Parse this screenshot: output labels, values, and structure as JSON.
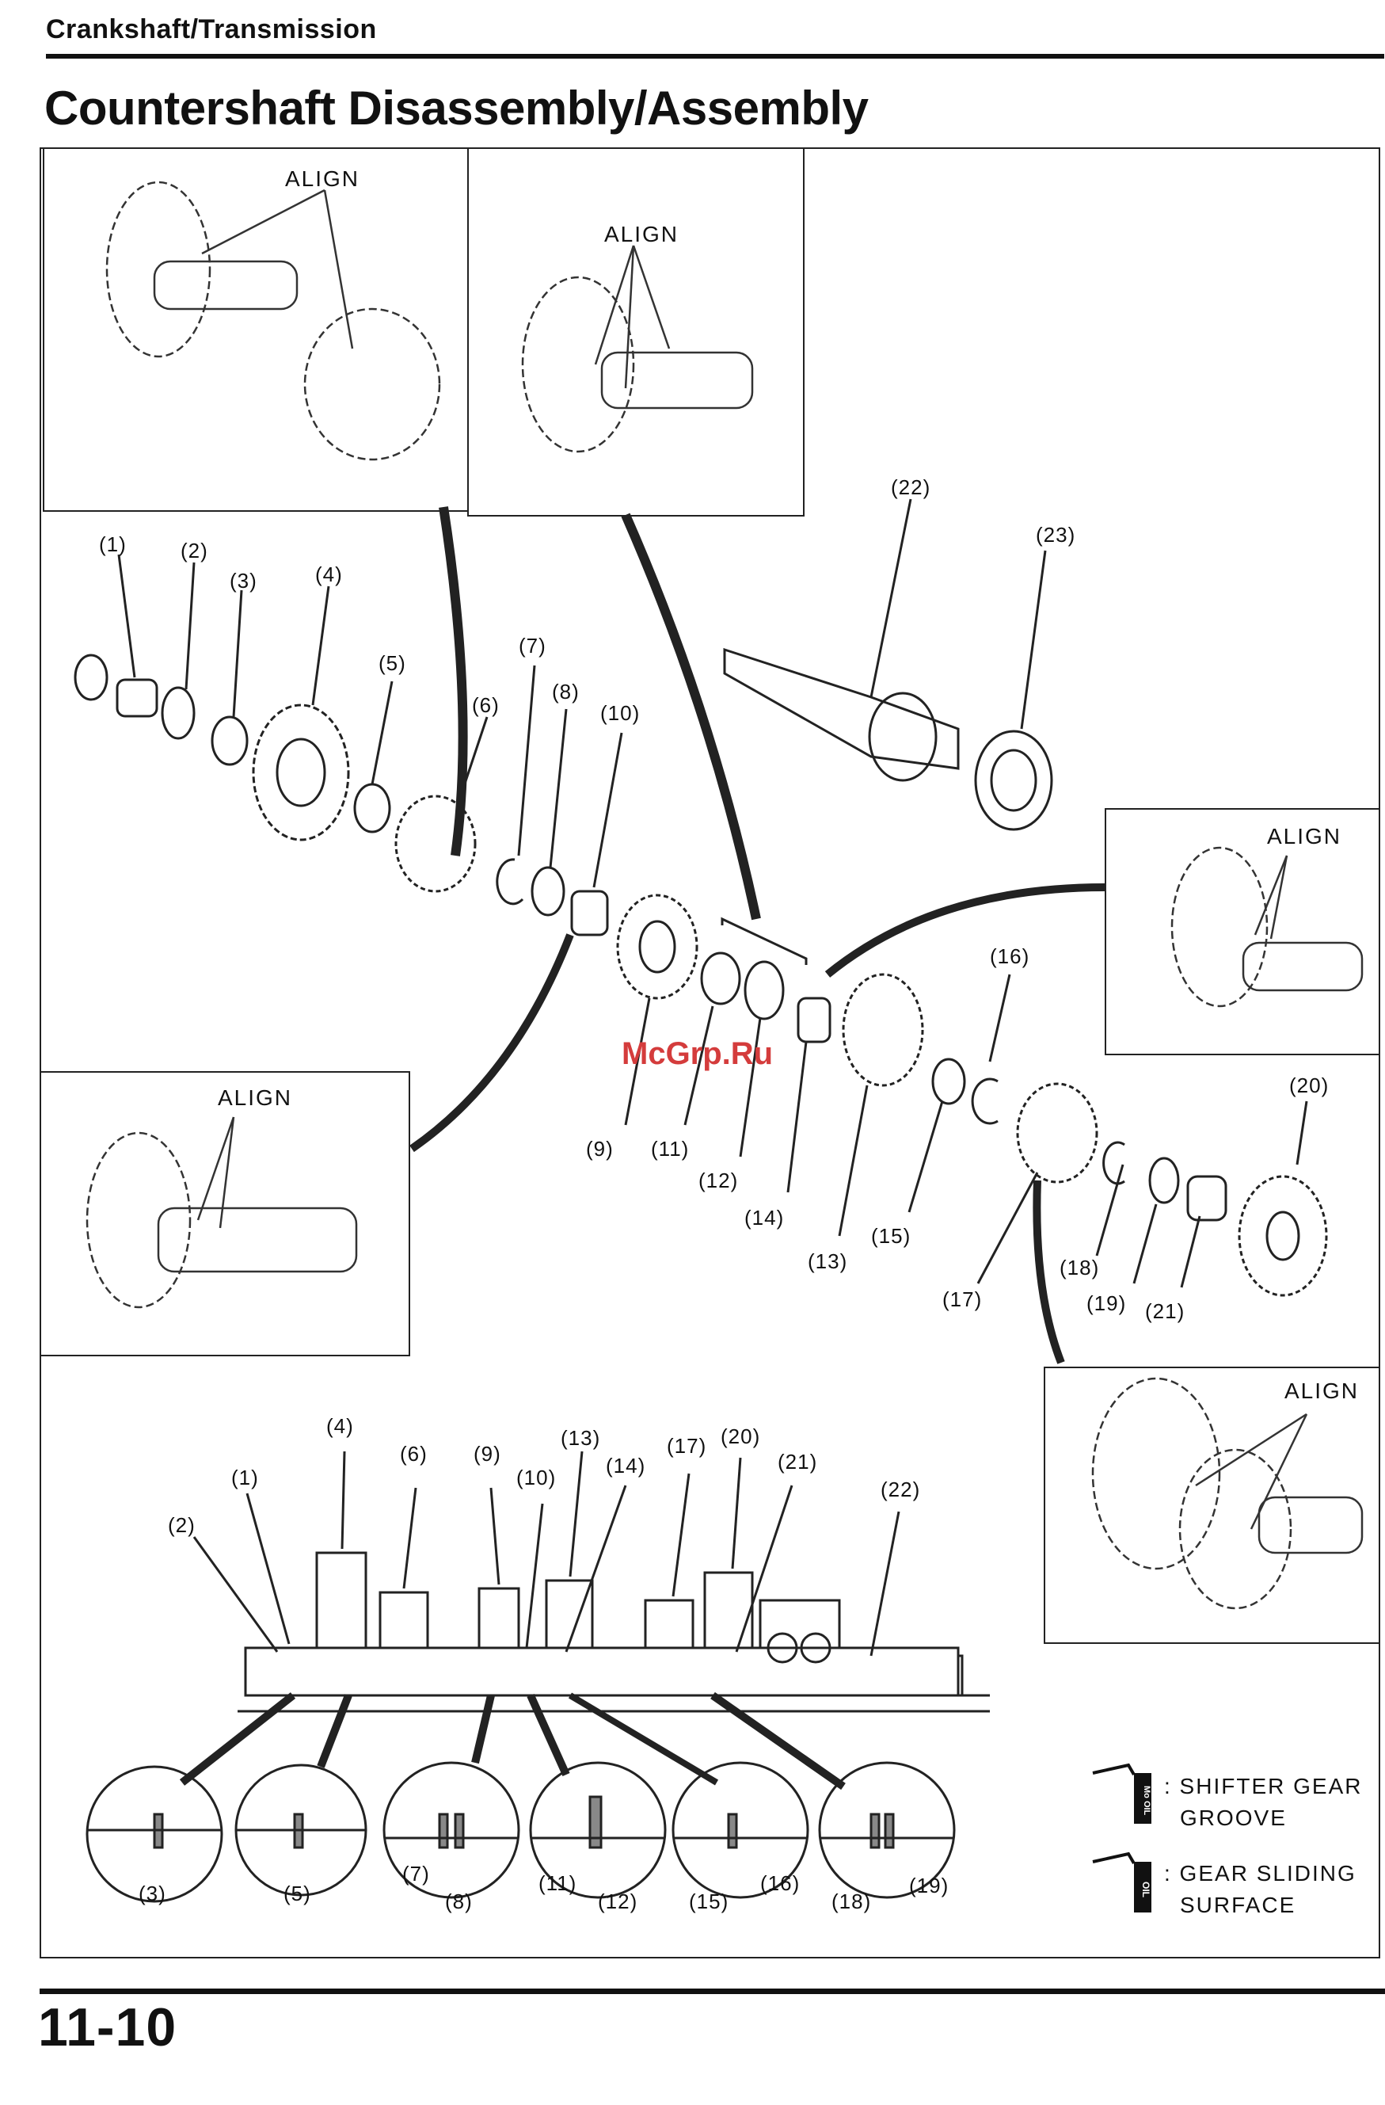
{
  "header": {
    "section": "Crankshaft/Transmission"
  },
  "title": "Countershaft Disassembly/Assembly",
  "watermark": "McGrp.Ru",
  "align_label": "ALIGN",
  "parts": {
    "p1": "(1)",
    "p2": "(2)",
    "p3": "(3)",
    "p4": "(4)",
    "p5": "(5)",
    "p6": "(6)",
    "p7": "(7)",
    "p8": "(8)",
    "p9": "(9)",
    "p10": "(10)",
    "p11": "(11)",
    "p12": "(12)",
    "p13": "(13)",
    "p14": "(14)",
    "p15": "(15)",
    "p16": "(16)",
    "p17": "(17)",
    "p18": "(18)",
    "p19": "(19)",
    "p20": "(20)",
    "p21": "(21)",
    "p22": "(22)",
    "p23": "(23)"
  },
  "legend": {
    "moly_tag": "Mo OIL",
    "moly_text_1": ": SHIFTER GEAR",
    "moly_text_2": "GROOVE",
    "oil_tag": "OIL",
    "oil_text_1": ": GEAR SLIDING",
    "oil_text_2": "SURFACE"
  },
  "footer": {
    "page": "11-10"
  }
}
